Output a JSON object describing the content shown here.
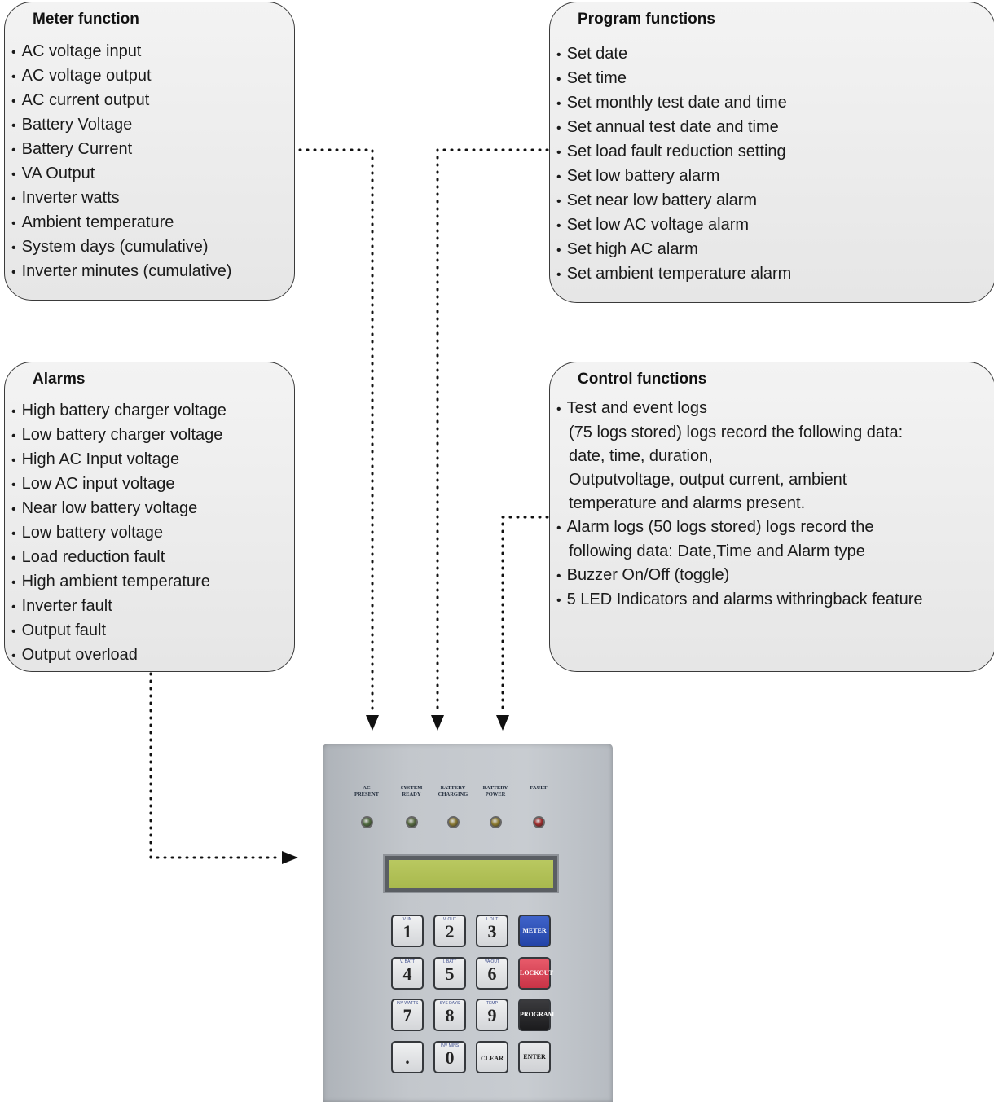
{
  "meter": {
    "title": "Meter function",
    "items": [
      "AC voltage input",
      "AC voltage output",
      "AC current output",
      "Battery Voltage",
      "Battery Current",
      "VA Output",
      "Inverter watts",
      "Ambient temperature",
      "System days (cumulative)",
      "Inverter minutes (cumulative)"
    ]
  },
  "program": {
    "title": "Program functions",
    "items": [
      "Set date",
      "Set time",
      "Set monthly test date and time",
      "Set annual test date and time",
      "Set load fault reduction setting",
      "Set low battery alarm",
      "Set near low battery alarm",
      "Set low AC voltage alarm",
      "Set high AC alarm",
      "Set ambient temperature alarm"
    ]
  },
  "alarms": {
    "title": "Alarms",
    "items": [
      "High battery charger voltage",
      "Low battery charger voltage",
      "High AC Input voltage",
      "Low AC input voltage",
      "Near low battery voltage",
      "Low battery voltage",
      "Load reduction fault",
      "High ambient temperature",
      "Inverter fault",
      "Output fault",
      "Output overload"
    ]
  },
  "control": {
    "title": "Control functions",
    "items": [
      {
        "first": "Test and event logs",
        "rest": "(75 logs stored) logs record the following data:\ndate, time, duration,\nOutputvoltage, output current, ambient\ntemperature and alarms present."
      },
      {
        "first": "Alarm logs (50 logs stored) logs record the",
        "rest": "following data: Date,Time and Alarm type"
      },
      {
        "first": "Buzzer  On/Off (toggle)",
        "rest": ""
      },
      {
        "first": "5 LED Indicators and alarms withringback feature",
        "rest": ""
      }
    ]
  },
  "device": {
    "leds": [
      {
        "label": "AC\nPRESENT",
        "color": "#4f6a3e"
      },
      {
        "label": "SYSTEM\nREADY",
        "color": "#56693f"
      },
      {
        "label": "BATTERY\nCHARGING",
        "color": "#8a7a34"
      },
      {
        "label": "BATTERY\nPOWER",
        "color": "#8c7a2e"
      },
      {
        "label": "FAULT",
        "color": "#9e2a2a"
      }
    ],
    "keys": [
      {
        "sub": "V. IN",
        "main": "1",
        "bot": ""
      },
      {
        "sub": "V. OUT",
        "main": "2",
        "bot": ""
      },
      {
        "sub": "I. OUT",
        "main": "3",
        "bot": ""
      },
      {
        "func": "meter",
        "main": "METER"
      },
      {
        "sub": "V. BATT",
        "main": "4",
        "bot": ""
      },
      {
        "sub": "I. BATT",
        "main": "5",
        "bot": ""
      },
      {
        "sub": "VA OUT",
        "main": "6",
        "bot": ""
      },
      {
        "func": "lockout",
        "main": "LOCKOUT"
      },
      {
        "sub": "INV WATTS",
        "main": "7",
        "bot": ""
      },
      {
        "sub": "SYS DAYS",
        "main": "8",
        "bot": ""
      },
      {
        "sub": "TEMP",
        "main": "9",
        "bot": ""
      },
      {
        "func": "program",
        "main": "PROGRAM"
      },
      {
        "sub": "",
        "main": ".",
        "bot": ""
      },
      {
        "sub": "INV MINS",
        "main": "0",
        "bot": ""
      },
      {
        "sub": "",
        "main": "CLEAR",
        "bot": "",
        "small": true
      },
      {
        "func": "enter",
        "main": "ENTER"
      }
    ]
  }
}
